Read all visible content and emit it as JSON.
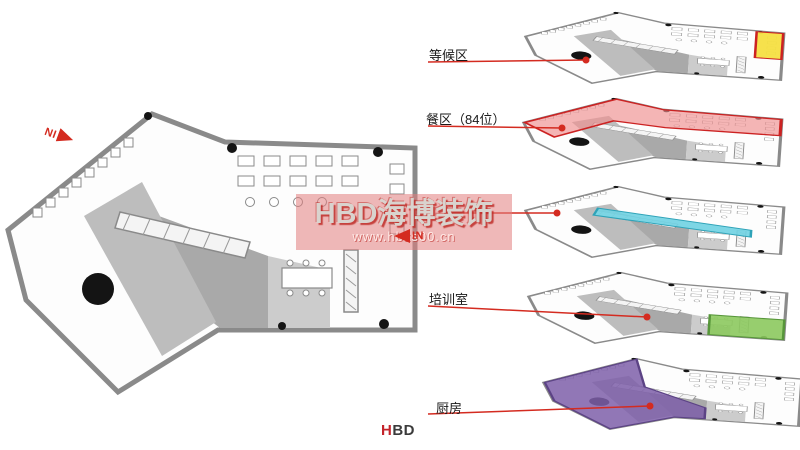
{
  "watermark": {
    "brand": "HBD海博装饰",
    "url": "www.hbzs00.cn"
  },
  "logo": {
    "part1": "H",
    "part2": "BD"
  },
  "entry_markers": {
    "top": "IN",
    "right": "IN"
  },
  "colors": {
    "leader": "#d42b20",
    "arrow": "#d42b20"
  },
  "panels": [
    {
      "label": "等候区",
      "zone": "waiting-area",
      "fill": "#f6df42",
      "fill_opacity": "0.95",
      "stroke": "#cc2222"
    },
    {
      "label": "餐区（84位）",
      "zone": "dining-area",
      "fill": "#ef8f8f",
      "fill_opacity": "0.65",
      "stroke": "#cc2222"
    },
    {
      "label": "",
      "zone": "bar-counter",
      "fill": "#6fd2e2",
      "fill_opacity": "0.90",
      "stroke": "#2fa3b8"
    },
    {
      "label": "培训室",
      "zone": "training-room",
      "fill": "#8cc95e",
      "fill_opacity": "0.90",
      "stroke": "#57963a"
    },
    {
      "label": "厨房",
      "zone": "kitchen",
      "fill": "#7e5fa9",
      "fill_opacity": "0.85",
      "stroke": "#5c4385"
    }
  ]
}
